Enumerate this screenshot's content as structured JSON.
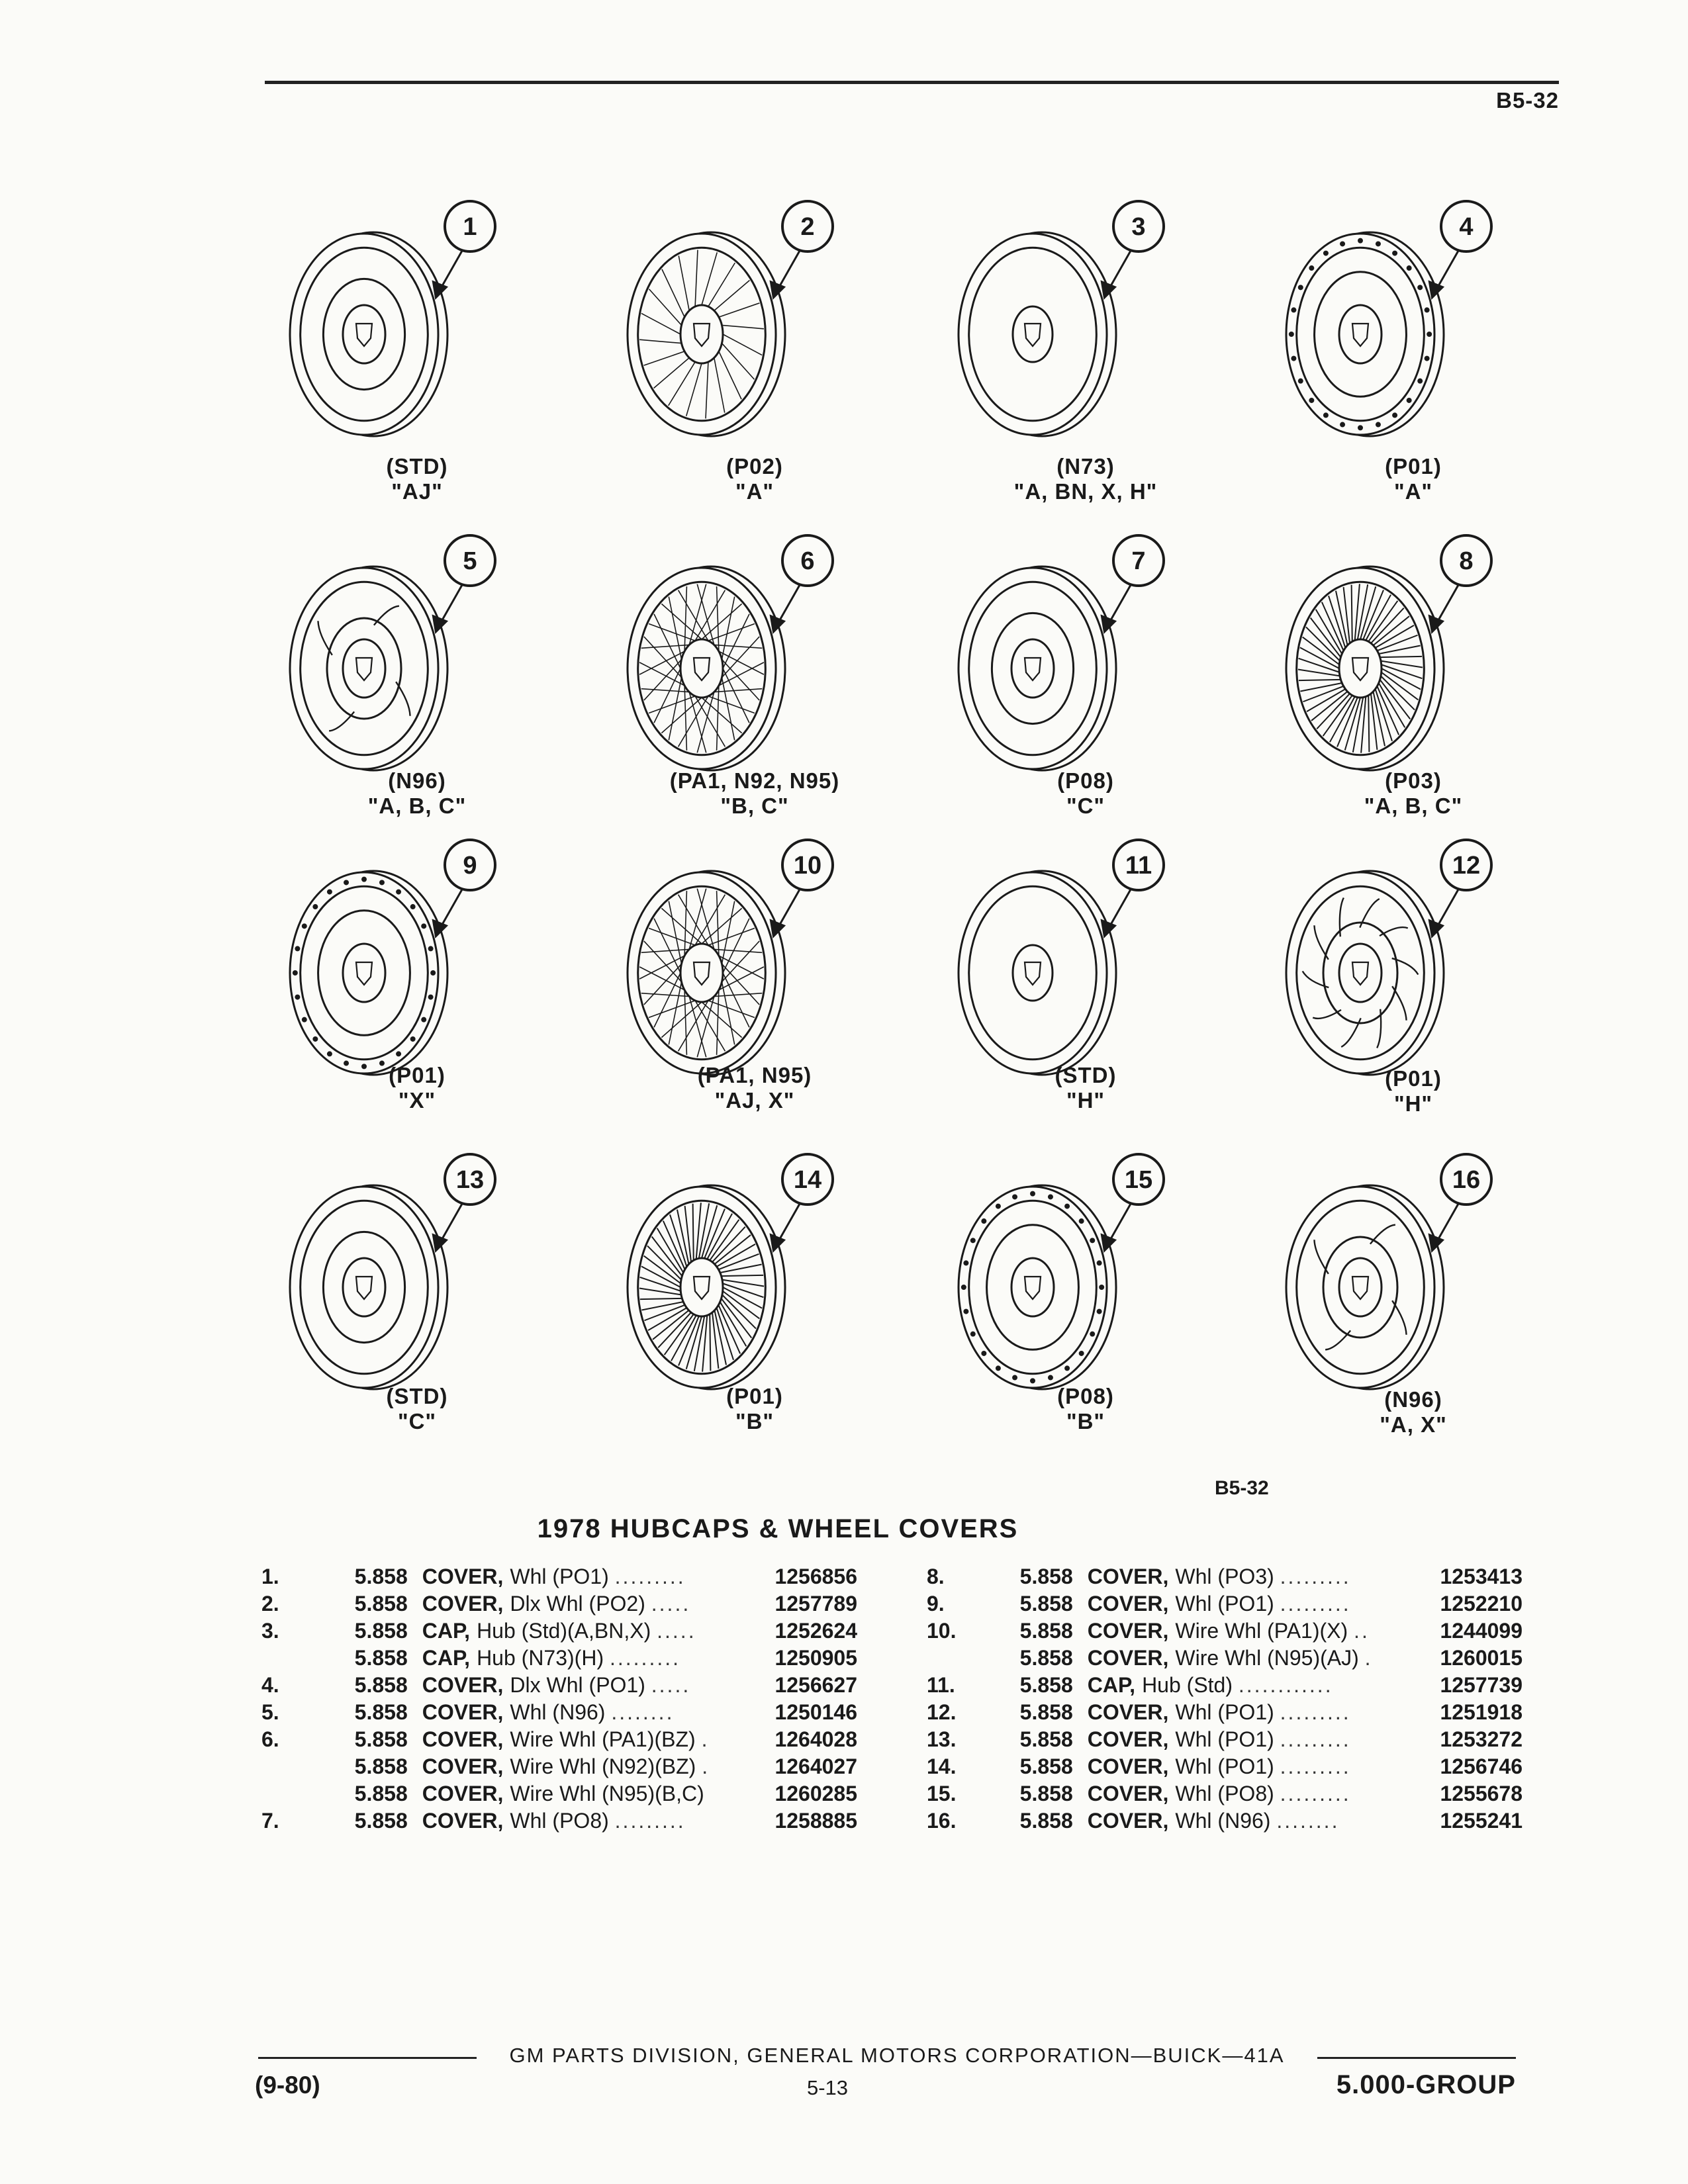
{
  "header": {
    "page_code": "B5-32"
  },
  "illustrations": [
    {
      "number": "1",
      "code": "(STD)",
      "models": "\"AJ\"",
      "style": "plain"
    },
    {
      "number": "2",
      "code": "(P02)",
      "models": "\"A\"",
      "style": "lattice"
    },
    {
      "number": "3",
      "code": "(N73)",
      "models": "\"A, BN, X, H\"",
      "style": "cap"
    },
    {
      "number": "4",
      "code": "(P01)",
      "models": "\"A\"",
      "style": "ring"
    },
    {
      "number": "5",
      "code": "(N96)",
      "models": "\"A, B, C\"",
      "style": "spoke"
    },
    {
      "number": "6",
      "code": "(PA1, N92, N95)",
      "models": "\"B, C\"",
      "style": "wire"
    },
    {
      "number": "7",
      "code": "(P08)",
      "models": "\"C\"",
      "style": "plain"
    },
    {
      "number": "8",
      "code": "(P03)",
      "models": "\"A, B, C\"",
      "style": "fin"
    },
    {
      "number": "9",
      "code": "(P01)",
      "models": "\"X\"",
      "style": "ring"
    },
    {
      "number": "10",
      "code": "(PA1, N95)",
      "models": "\"AJ, X\"",
      "style": "wire"
    },
    {
      "number": "11",
      "code": "(STD)",
      "models": "\"H\"",
      "style": "cap"
    },
    {
      "number": "12",
      "code": "(P01)",
      "models": "\"H\"",
      "style": "slot"
    },
    {
      "number": "13",
      "code": "(STD)",
      "models": "\"C\"",
      "style": "plain"
    },
    {
      "number": "14",
      "code": "(P01)",
      "models": "\"B\"",
      "style": "fin"
    },
    {
      "number": "15",
      "code": "(P08)",
      "models": "\"B\"",
      "style": "ring"
    },
    {
      "number": "16",
      "code": "(N96)",
      "models": "\"A, X\"",
      "style": "spoke"
    }
  ],
  "figure_ref": "B5-32",
  "parts_list": {
    "title": "1978 HUBCAPS & WHEEL COVERS",
    "left": [
      {
        "n": "1.",
        "group": "5.858",
        "item": "COVER,",
        "spec": "Whl (PO1)",
        "leader": ".........",
        "part": "1256856"
      },
      {
        "n": "2.",
        "group": "5.858",
        "item": "COVER,",
        "spec": "Dlx Whl (PO2)",
        "leader": ".....",
        "part": "1257789"
      },
      {
        "n": "3.",
        "group": "5.858",
        "item": "CAP,",
        "spec": "Hub (Std)(A,BN,X)",
        "leader": ".....",
        "part": "1252624"
      },
      {
        "n": "",
        "group": "5.858",
        "item": "CAP,",
        "spec": "Hub (N73)(H)",
        "leader": ".........",
        "part": "1250905"
      },
      {
        "n": "4.",
        "group": "5.858",
        "item": "COVER,",
        "spec": "Dlx Whl (PO1)",
        "leader": ".....",
        "part": "1256627"
      },
      {
        "n": "5.",
        "group": "5.858",
        "item": "COVER,",
        "spec": "Whl (N96)",
        "leader": "........",
        "part": "1250146"
      },
      {
        "n": "6.",
        "group": "5.858",
        "item": "COVER,",
        "spec": "Wire Whl (PA1)(BZ)",
        "leader": ".",
        "part": "1264028"
      },
      {
        "n": "",
        "group": "5.858",
        "item": "COVER,",
        "spec": "Wire Whl (N92)(BZ)",
        "leader": ".",
        "part": "1264027"
      },
      {
        "n": "",
        "group": "5.858",
        "item": "COVER,",
        "spec": "Wire Whl (N95)(B,C)",
        "leader": "",
        "part": "1260285"
      },
      {
        "n": "7.",
        "group": "5.858",
        "item": "COVER,",
        "spec": "Whl (PO8)",
        "leader": ".........",
        "part": "1258885"
      }
    ],
    "right": [
      {
        "n": "8.",
        "group": "5.858",
        "item": "COVER,",
        "spec": "Whl (PO3)",
        "leader": ".........",
        "part": "1253413"
      },
      {
        "n": "9.",
        "group": "5.858",
        "item": "COVER,",
        "spec": "Whl (PO1)",
        "leader": ".........",
        "part": "1252210"
      },
      {
        "n": "10.",
        "group": "5.858",
        "item": "COVER,",
        "spec": "Wire Whl (PA1)(X)",
        "leader": "..",
        "part": "1244099"
      },
      {
        "n": "",
        "group": "5.858",
        "item": "COVER,",
        "spec": "Wire Whl (N95)(AJ)",
        "leader": ".",
        "part": "1260015"
      },
      {
        "n": "11.",
        "group": "5.858",
        "item": "CAP,",
        "spec": "Hub (Std)",
        "leader": "............",
        "part": "1257739"
      },
      {
        "n": "12.",
        "group": "5.858",
        "item": "COVER,",
        "spec": "Whl (PO1)",
        "leader": ".........",
        "part": "1251918"
      },
      {
        "n": "13.",
        "group": "5.858",
        "item": "COVER,",
        "spec": "Whl (PO1)",
        "leader": ".........",
        "part": "1253272"
      },
      {
        "n": "14.",
        "group": "5.858",
        "item": "COVER,",
        "spec": "Whl (PO1)",
        "leader": ".........",
        "part": "1256746"
      },
      {
        "n": "15.",
        "group": "5.858",
        "item": "COVER,",
        "spec": "Whl (PO8)",
        "leader": ".........",
        "part": "1255678"
      },
      {
        "n": "16.",
        "group": "5.858",
        "item": "COVER,",
        "spec": "Whl (N96)",
        "leader": "........",
        "part": "1255241"
      }
    ]
  },
  "footer": {
    "corporation": "GM PARTS DIVISION, GENERAL MOTORS CORPORATION—BUICK—41A",
    "date": "(9-80)",
    "page": "5-13",
    "group": "5.000-GROUP"
  }
}
